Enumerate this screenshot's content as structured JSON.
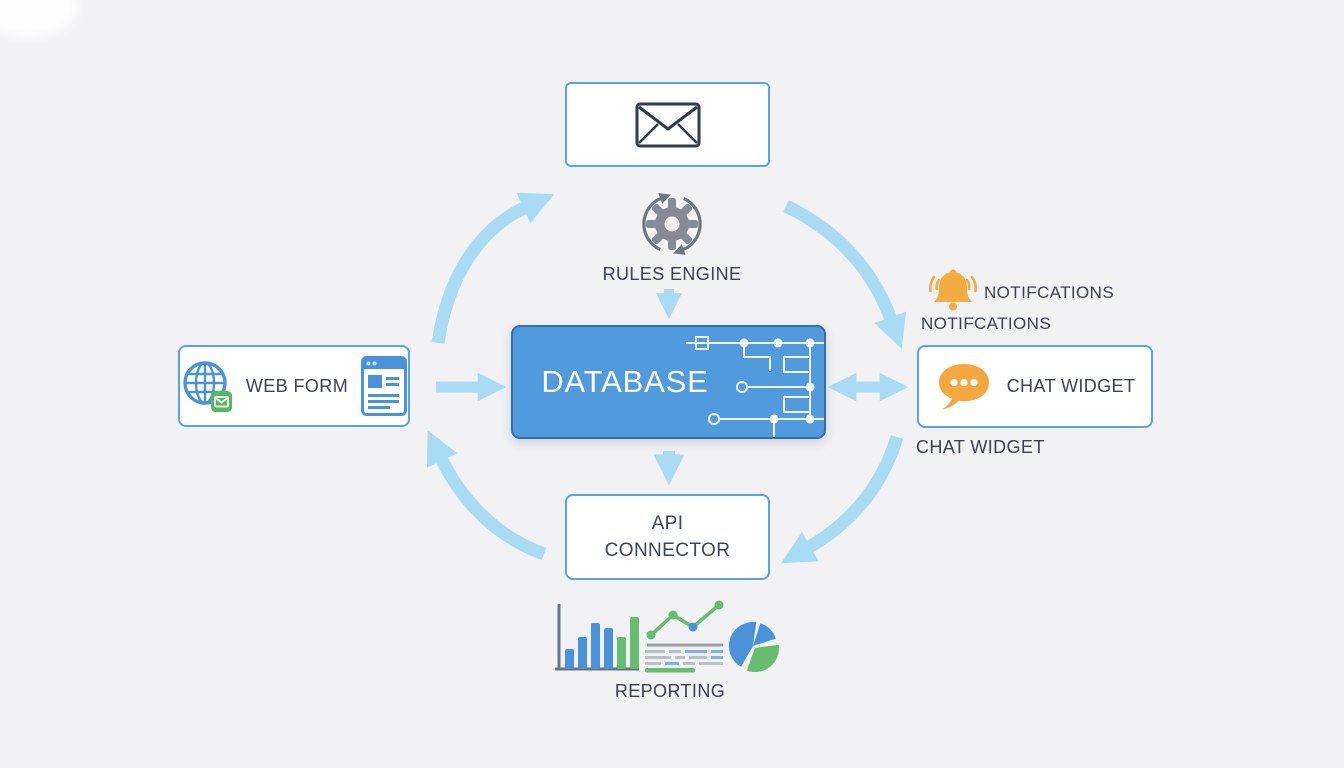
{
  "diagram": {
    "title": "database integration flow diagram",
    "nodes": {
      "email": {
        "icon": "envelope-icon"
      },
      "rules_engine": {
        "label": "RULES ENGINE",
        "icon": "gear-sync-icon"
      },
      "database": {
        "label": "DATABASE",
        "decoration": "circuit-pattern"
      },
      "web_form": {
        "label": "WEB FORM",
        "icons": [
          "globe-check-icon",
          "form-page-icon"
        ]
      },
      "notifications": {
        "bell_label": "NOTIFCATIONS",
        "floating_label": "NOTIFCATIONS",
        "icon": "bell-icon"
      },
      "chat_widget": {
        "label": "CHAT WIDGET",
        "below_label": "CHAT WIDGET",
        "icon": "chat-bubble-icon"
      },
      "api_connector": {
        "line1": "API",
        "line2": "CONNECTOR"
      },
      "reporting": {
        "label": "REPORTING",
        "icons": [
          "bar-chart-icon",
          "line-report-icon",
          "pie-chart-icon"
        ]
      }
    },
    "connections": [
      "web_form -> database",
      "rules_engine -> database",
      "database <-> chat_widget",
      "database -> api_connector",
      "circular clockwise: web_form -> email -> notifications -> api_connector -> web_form"
    ],
    "colors": {
      "background": "#f2f1f4",
      "box_border_blue": "#57a4e4",
      "database_fill": "#519bdc",
      "database_border": "#2e6fb2",
      "arrow_light_blue": "#a9dcf4",
      "text_dark": "#3c4254",
      "icon_blue": "#4a93da",
      "icon_green": "#53b95f",
      "icon_orange": "#f3a93f",
      "icon_gray": "#848b97"
    }
  }
}
